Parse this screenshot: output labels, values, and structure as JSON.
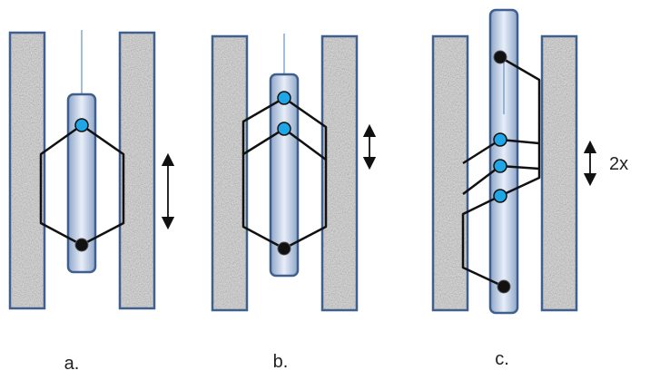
{
  "panels": [
    {
      "label": "a.",
      "measure_label": ""
    },
    {
      "label": "b.",
      "measure_label": ""
    },
    {
      "label": "c.",
      "measure_label": "2x"
    }
  ],
  "colors": {
    "wall_fill": "#c9c9c9",
    "wall_stroke": "#3f5f8f",
    "rod_light": "#e8eef8",
    "rod_dark": "#8ea6c9",
    "rod_stroke": "#3f5f8f",
    "blue_bead": "#1ea6e6",
    "black_bead": "#111111",
    "wire": "#111111",
    "thread": "#4a7bb0"
  }
}
